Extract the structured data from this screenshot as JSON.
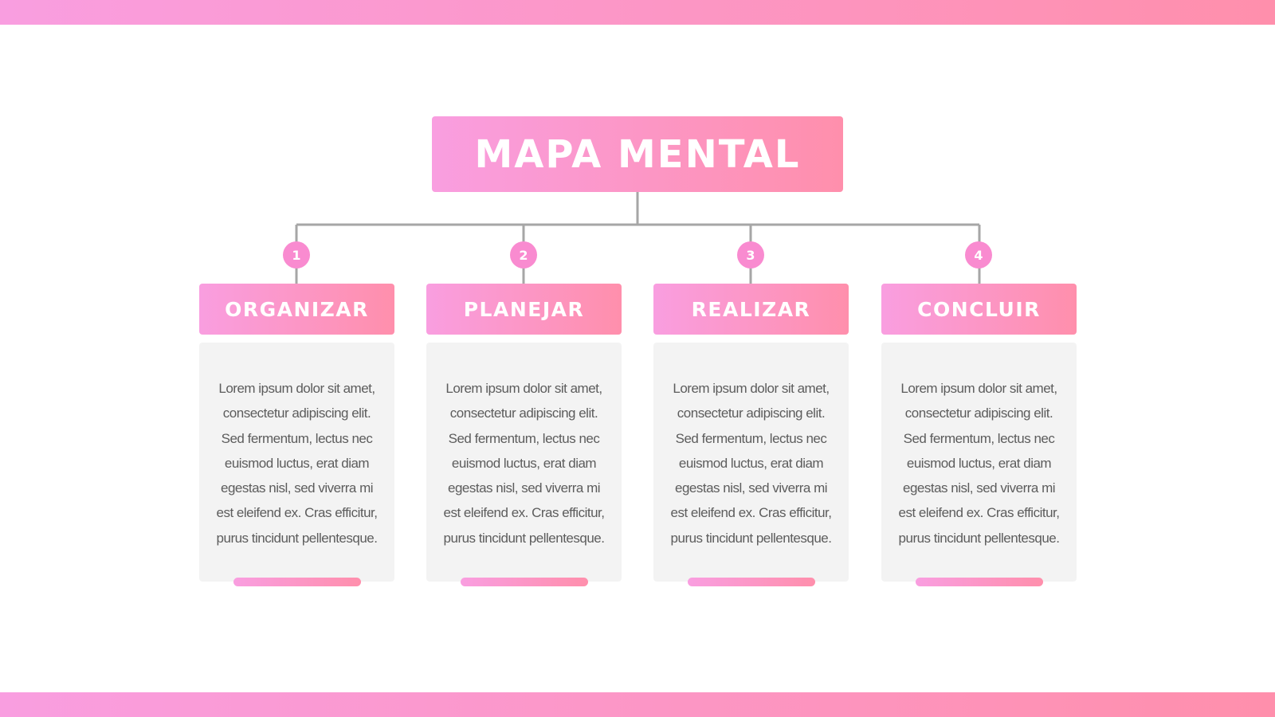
{
  "title": "MAPA MENTAL",
  "colors": {
    "gradient_start": "#f99ee0",
    "gradient_end": "#ff8fac",
    "circle": "#f98bd0",
    "connector": "#a6a6a6",
    "card_background": "#f3f3f3",
    "body_text": "#5c5c5c"
  },
  "steps": [
    {
      "number": "1",
      "label": "ORGANIZAR",
      "text": "Lorem ipsum dolor sit amet, consectetur adipiscing elit. Sed fermentum, lectus nec euismod luctus, erat diam egestas nisl, sed viverra mi est eleifend ex. Cras efficitur, purus tincidunt pellentesque."
    },
    {
      "number": "2",
      "label": "PLANEJAR",
      "text": "Lorem ipsum dolor sit amet, consectetur adipiscing elit. Sed fermentum, lectus nec euismod luctus, erat diam egestas nisl, sed viverra mi est eleifend ex. Cras efficitur, purus tincidunt pellentesque."
    },
    {
      "number": "3",
      "label": "REALIZAR",
      "text": "Lorem ipsum dolor sit amet, consectetur adipiscing elit. Sed fermentum, lectus nec euismod luctus, erat diam egestas nisl, sed viverra mi est eleifend ex. Cras efficitur, purus tincidunt pellentesque."
    },
    {
      "number": "4",
      "label": "CONCLUIR",
      "text": "Lorem ipsum dolor sit amet, consectetur adipiscing elit. Sed fermentum, lectus nec euismod luctus, erat diam egestas nisl, sed viverra mi est eleifend ex. Cras efficitur, purus tincidunt pellentesque."
    }
  ]
}
